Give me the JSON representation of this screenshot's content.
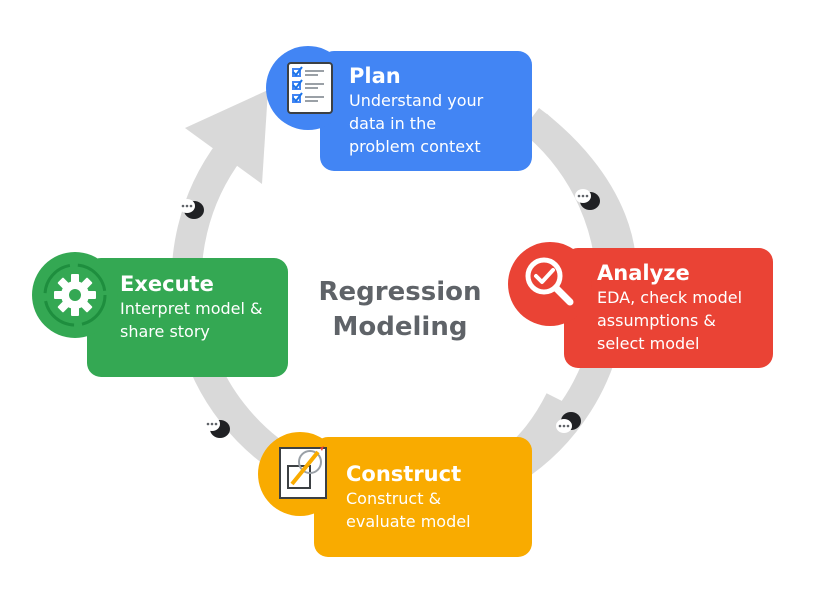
{
  "center": {
    "line1": "Regression",
    "line2": "Modeling"
  },
  "stages": {
    "plan": {
      "title": "Plan",
      "desc1": "Understand your",
      "desc2": "data in the",
      "desc3": "problem context",
      "icon": "checklist-icon",
      "color": "#4285f4"
    },
    "analyze": {
      "title": "Analyze",
      "desc1": "EDA, check model",
      "desc2": "assumptions &",
      "desc3": "select model",
      "icon": "magnifier-check-icon",
      "color": "#ea4335"
    },
    "construct": {
      "title": "Construct",
      "desc1": "Construct &",
      "desc2": "evaluate model",
      "icon": "pencil-square-icon",
      "color": "#f9ab00"
    },
    "execute": {
      "title": "Execute",
      "desc1": "Interpret model &",
      "desc2": "share story",
      "icon": "gear-cycle-icon",
      "color": "#34a853"
    }
  },
  "cycle_color": "#d9d9d9"
}
